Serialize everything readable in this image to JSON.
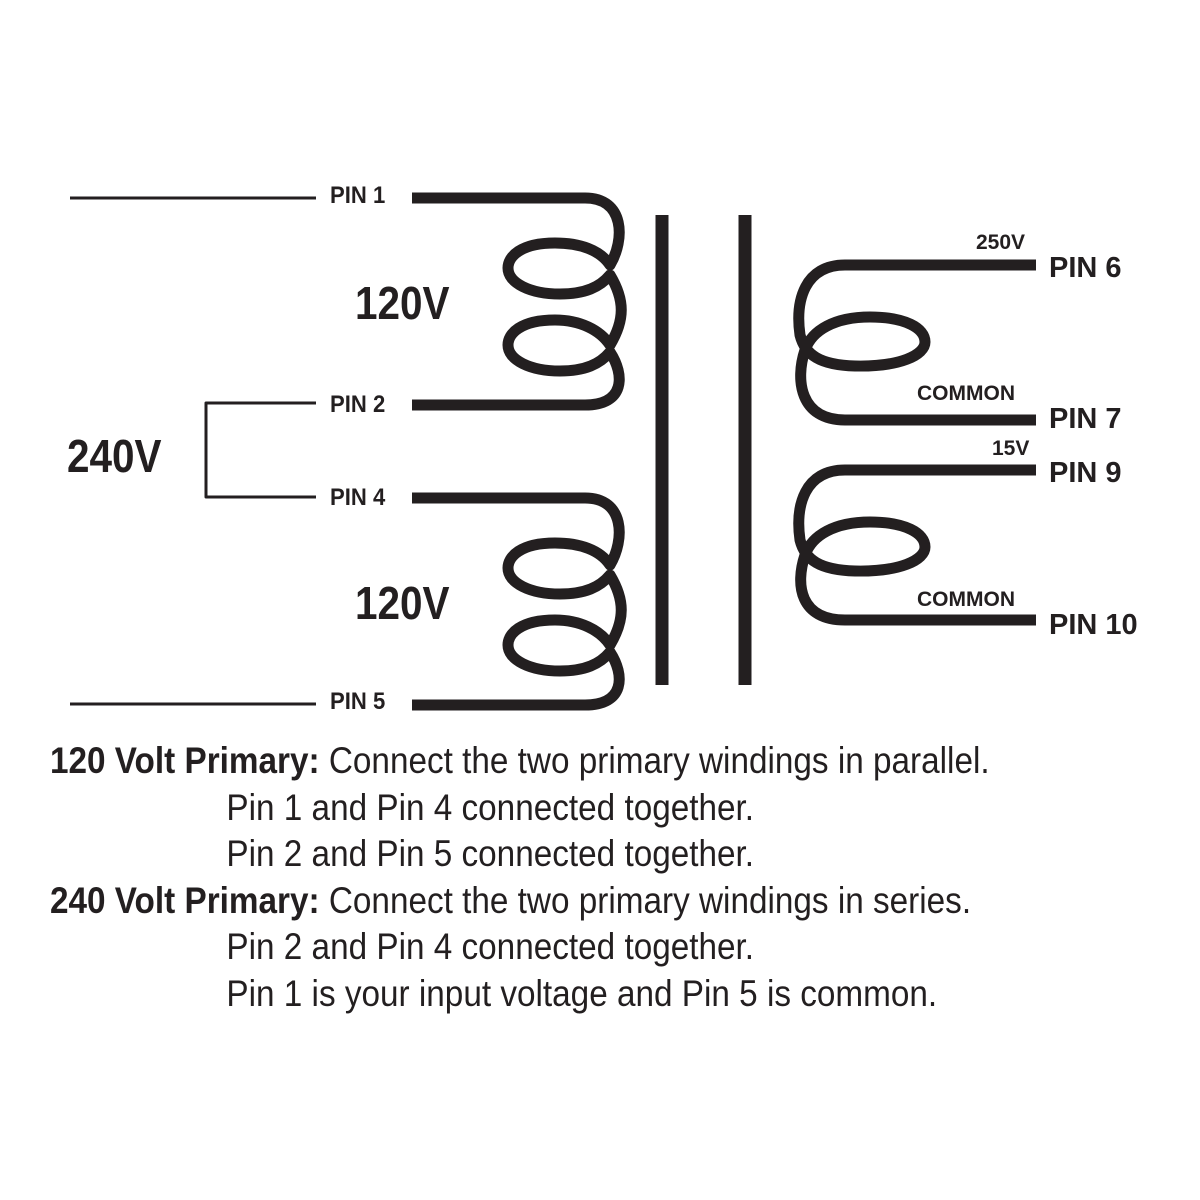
{
  "diagram": {
    "type": "transformer wiring diagram",
    "colors": {
      "ink": "#231f20",
      "background": "#ffffff"
    },
    "primary": {
      "pins": [
        {
          "id": "pin1",
          "label": "PIN 1"
        },
        {
          "id": "pin2",
          "label": "PIN 2"
        },
        {
          "id": "pin4",
          "label": "PIN 4"
        },
        {
          "id": "pin5",
          "label": "PIN 5"
        }
      ],
      "windings": [
        {
          "label": "120V",
          "between": [
            "PIN 1",
            "PIN 2"
          ]
        },
        {
          "label": "120V",
          "between": [
            "PIN 4",
            "PIN 5"
          ]
        }
      ],
      "series_label": "240V"
    },
    "secondary": {
      "windings": [
        {
          "voltage_label": "250V",
          "common_label": "COMMON",
          "top_pin": "PIN 6",
          "bottom_pin": "PIN 7"
        },
        {
          "voltage_label": "15V",
          "common_label": "COMMON",
          "top_pin": "PIN 9",
          "bottom_pin": "PIN 10"
        }
      ]
    }
  },
  "notes": [
    {
      "heading": "120 Volt Primary:",
      "text": " Connect the two primary windings in parallel.",
      "lines": [
        "Pin 1 and Pin 4 connected together.",
        "Pin 2 and Pin 5 connected together."
      ]
    },
    {
      "heading": "240 Volt Primary:",
      "text": " Connect the two primary windings in series.",
      "lines": [
        "Pin 2 and Pin 4 connected together.",
        "Pin 1 is your input voltage and Pin 5 is common."
      ]
    }
  ]
}
